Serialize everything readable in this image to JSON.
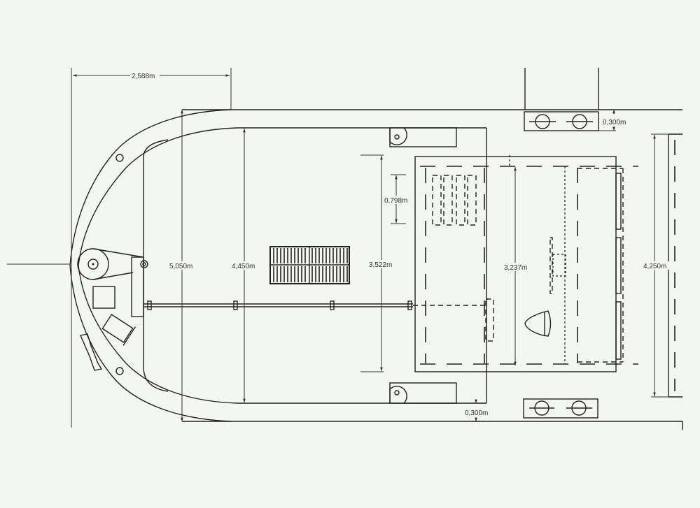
{
  "drawing": {
    "dimensions": {
      "bow_length": "2,588m",
      "overall_width": "5,050m",
      "deck_width": "4,450m",
      "hold_width": "3,522m",
      "hatch_spacing": "0,798m",
      "cabin_width": "3,237m",
      "dock_width": "4,250m",
      "bollard_offset_top": "0,300m",
      "bollard_offset_bottom": "0,300m"
    }
  }
}
